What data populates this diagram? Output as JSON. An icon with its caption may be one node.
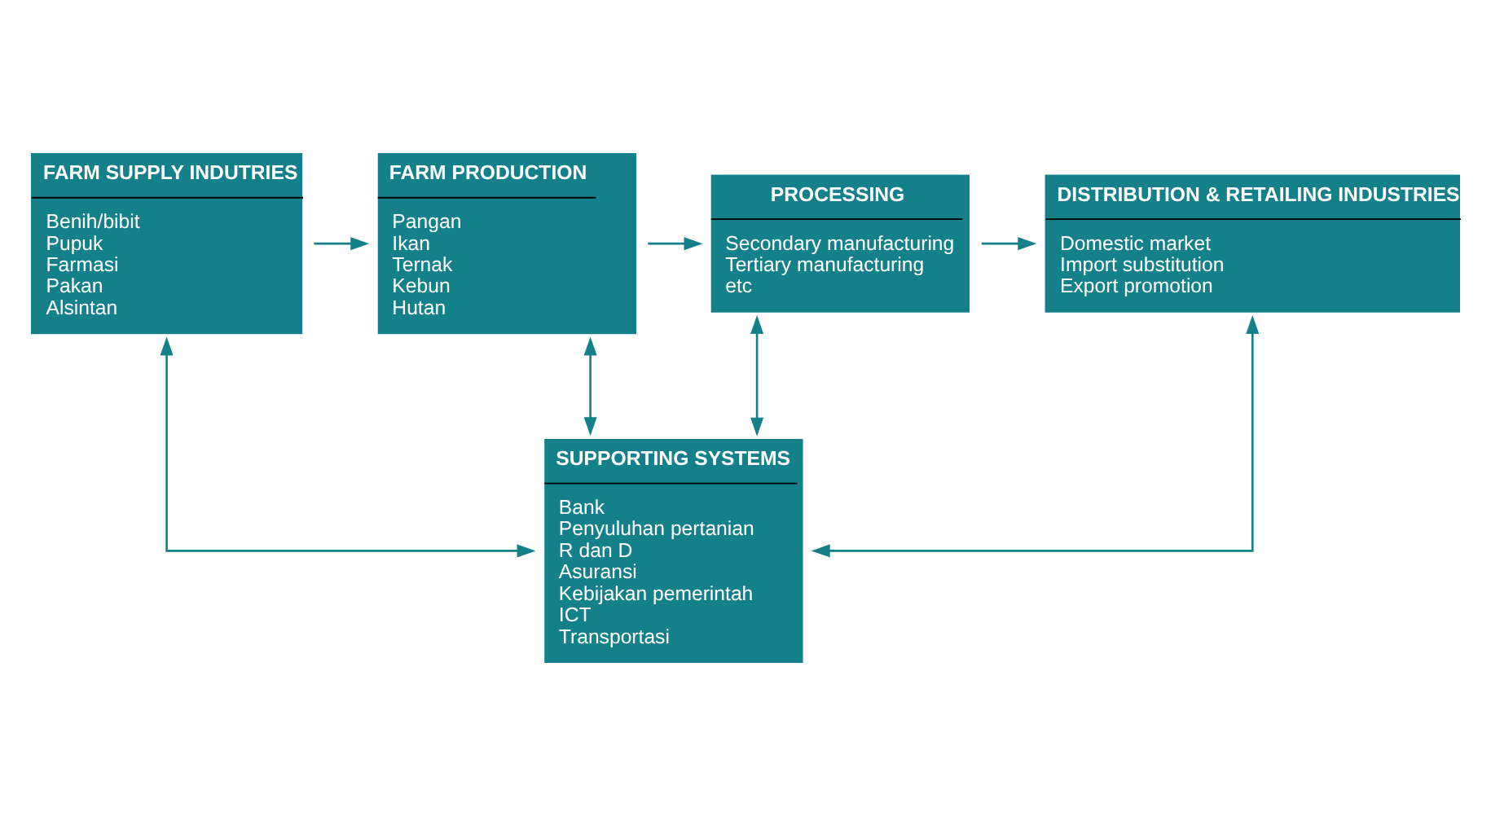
{
  "diagram": {
    "nodes": [
      {
        "text": [
          "FARM SUPPLY INDUTRIES",
          "Benih/bibit",
          "Pupuk",
          "Farmasi",
          "Pakan",
          "Alsintan"
        ]
      },
      {
        "text": [
          "FARM PRODUCTION",
          "Pangan",
          "Ikan",
          "Ternak",
          "Kebun",
          "Hutan"
        ]
      },
      {
        "text": [
          "PROCESSING",
          "Secondary manufacturing",
          "Tertiary manufacturing",
          "etc"
        ]
      },
      {
        "text": [
          "DISTRIBUTION & RETAILING INDUSTRIES",
          "Domestic market",
          "Import substitution",
          "Export promotion"
        ]
      },
      {
        "text": [
          "SUPPORTING SYSTEMS",
          "Bank",
          "Penyuluhan pertanian",
          "R dan D",
          "Asuransi",
          "Kebijakan pemerintah",
          "ICT",
          "Transportasi"
        ]
      }
    ],
    "edges": [
      {
        "from": 0,
        "to": 1,
        "arrow": "to"
      },
      {
        "from": 1,
        "to": 2,
        "arrow": "to"
      },
      {
        "from": 2,
        "to": 3,
        "arrow": "to"
      },
      {
        "from": 0,
        "to": 4,
        "arrow": "both"
      },
      {
        "from": 1,
        "to": 4,
        "arrow": "both"
      },
      {
        "from": 2,
        "to": 4,
        "arrow": "both"
      },
      {
        "from": 3,
        "to": 4,
        "arrow": "both"
      }
    ]
  }
}
